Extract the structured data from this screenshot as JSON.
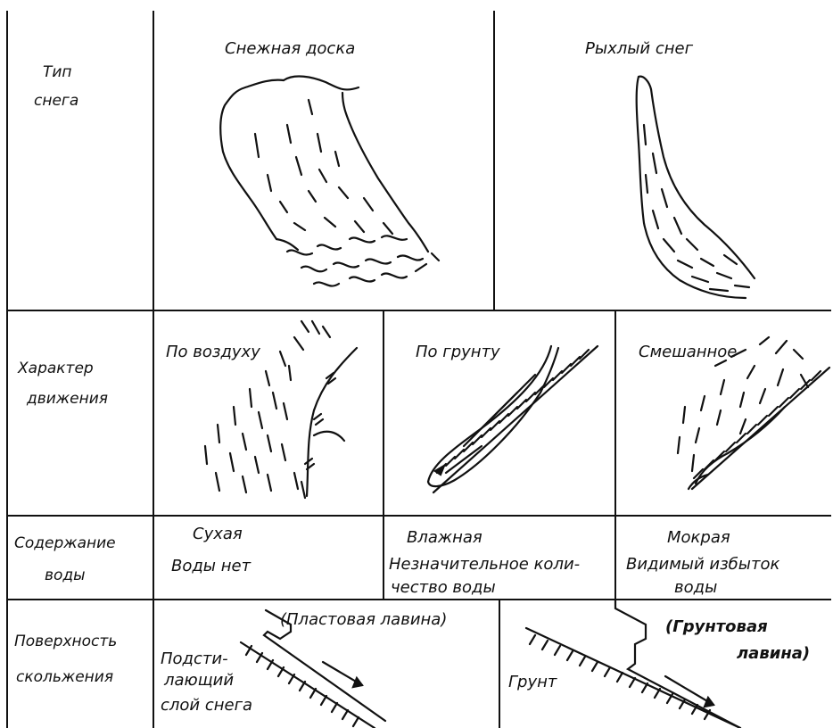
{
  "rows": {
    "snow_type": {
      "label_line1": "Тип",
      "label_line2": "снега"
    },
    "motion": {
      "label_line1": "Характер",
      "label_line2": "движения"
    },
    "water": {
      "label_line1": "Содержание",
      "label_line2": "воды"
    },
    "surface": {
      "label_line1": "Поверхность",
      "label_line2": "скольжения"
    }
  },
  "snow_type": {
    "slab": "Снежная доска",
    "loose": "Рыхлый снег"
  },
  "motion": {
    "air": "По воздуху",
    "ground": "По грунту",
    "mixed": "Смешанное"
  },
  "water": {
    "dry": {
      "line1": "Сухая",
      "line2": "Воды нет"
    },
    "damp": {
      "line1": "Влажная",
      "line2": "Незначительное коли-",
      "line3": "чество воды"
    },
    "wet": {
      "line1": "Мокрая",
      "line2": "Видимый избыток",
      "line3": "воды"
    }
  },
  "surface": {
    "slab_avalanche": "(Пластовая лавина)",
    "underlying_line1": "Подсти-",
    "underlying_line2": "лающий",
    "underlying_line3": "слой снега",
    "ground_avalanche_line1": "(Грунтовая",
    "ground_avalanche_line2": "лавина)",
    "ground": "Грунт"
  },
  "colors": {
    "ink": "#111111",
    "paper": "#ffffff"
  }
}
